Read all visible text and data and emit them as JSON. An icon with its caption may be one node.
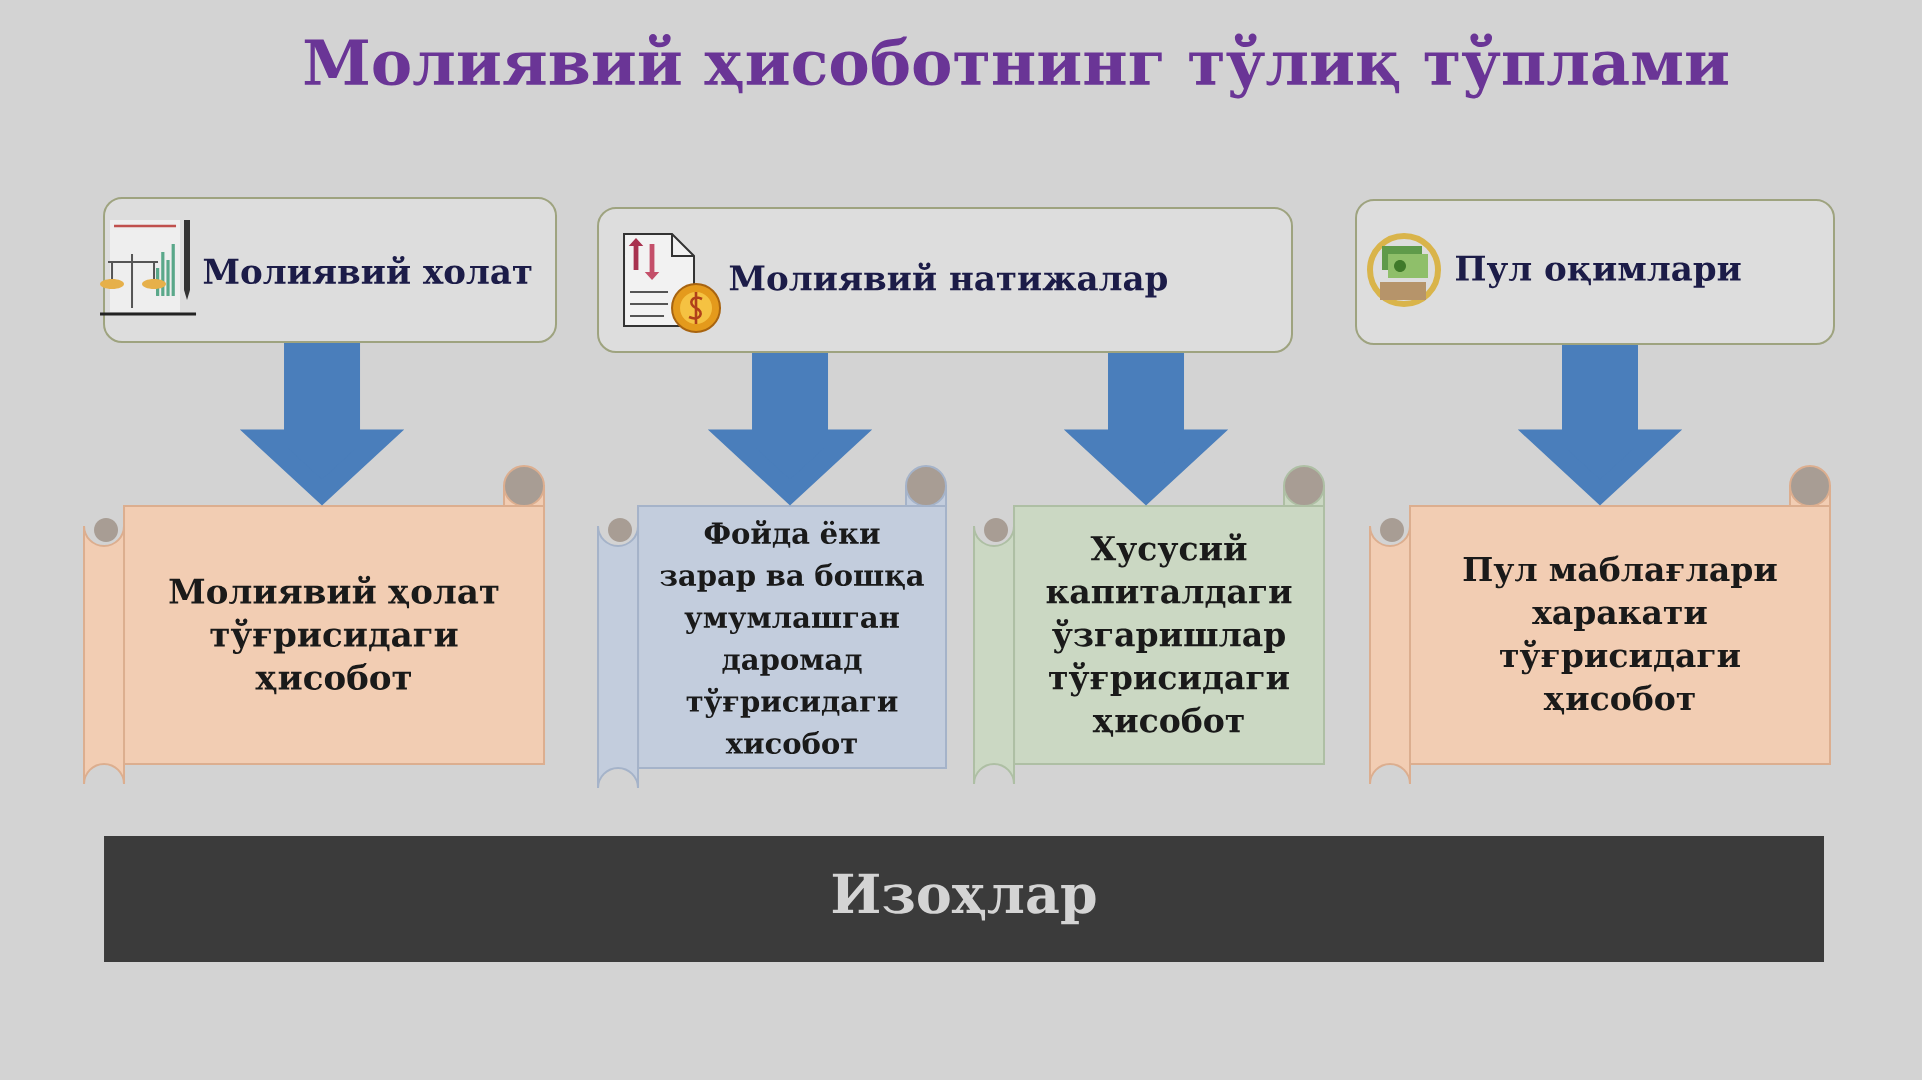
{
  "diagram": {
    "title": "Молиявий ҳисоботнинг тўлиқ тўплами",
    "nodes": [
      {
        "text": [
          "Молиявий холат"
        ]
      },
      {
        "text": [
          "Молиявий натижалар"
        ]
      },
      {
        "text": [
          "Пул оқимлари"
        ]
      },
      {
        "text": [
          "Молиявий ҳолат тўғрисидаги ҳисобот"
        ]
      },
      {
        "text": [
          "Фойда ёки зарар ва бошқа умумлашган даромад тўғрисидаги хисобот"
        ]
      },
      {
        "text": [
          "Хусусий капиталдаги ўзгаришлар тўғрисидаги ҳисобот"
        ]
      },
      {
        "text": [
          "Пул маблағлари харакати тўғрисидаги ҳисобот"
        ]
      },
      {
        "text": [
          "Изоҳлар"
        ]
      }
    ],
    "edges": [
      {
        "from": 0,
        "to": 3,
        "arrow": "to"
      },
      {
        "from": 1,
        "to": 4,
        "arrow": "to"
      },
      {
        "from": 1,
        "to": 5,
        "arrow": "to"
      },
      {
        "from": 2,
        "to": 6,
        "arrow": "to"
      }
    ]
  }
}
